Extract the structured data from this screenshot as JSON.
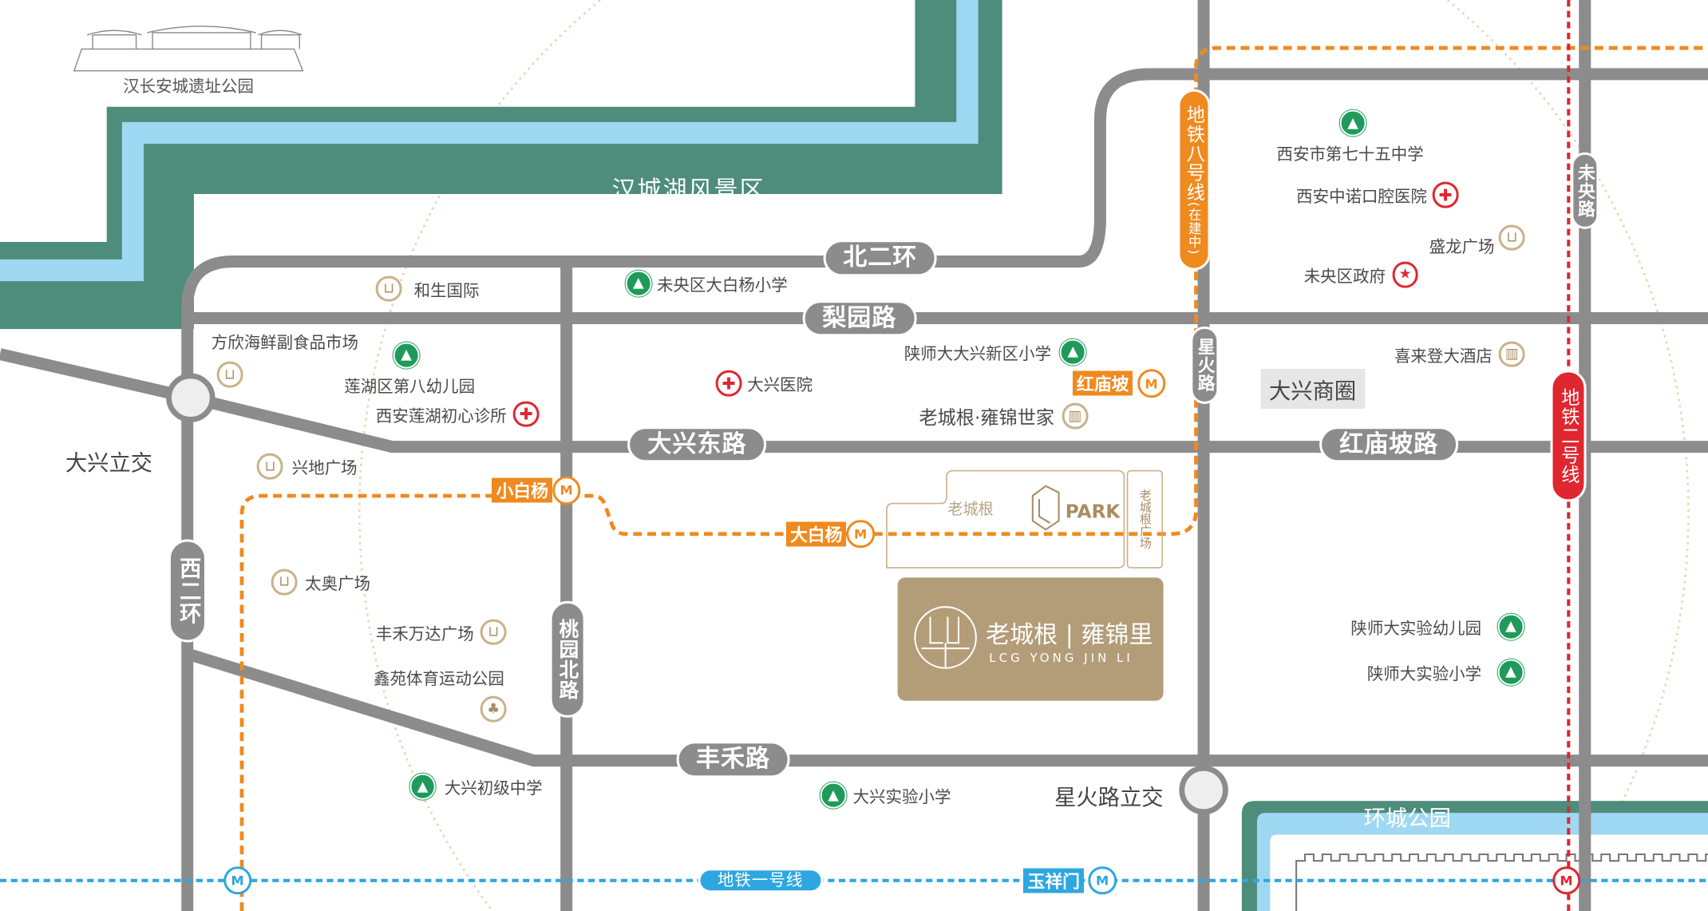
{
  "landmarks": {
    "han_changan": "汉长安城遗址公园",
    "hancheng_lake": "汉城湖风景区",
    "huancheng_park": "环城公园",
    "daxing_interchange": "大兴立交",
    "xinghuo_interchange": "星火路立交",
    "daxing_business": "大兴商圈"
  },
  "roads": {
    "bei_er_huan": "北二环",
    "liyuan": "梨园路",
    "daxing_east": "大兴东路",
    "hongmiaopo": "红庙坡路",
    "fenghe": "丰禾路",
    "xi_er_huan": "西二环",
    "taoyuan_north": "桃园北路",
    "xinghuo": "星火路",
    "weiyang": "未央路"
  },
  "metro": {
    "line1": {
      "label": "地铁一号线",
      "color": "#2ea7e0"
    },
    "line2": {
      "label": "地铁二号线",
      "color": "#e0262f"
    },
    "line8": {
      "label": "地铁八号线",
      "note": "(在建中)",
      "color": "#ef8a1f"
    },
    "stations": {
      "xiaobaiyang": "小白杨",
      "dabaiyang": "大白杨",
      "hongmiaopo": "红庙坡",
      "yuxiangmen": "玉祥门"
    }
  },
  "project": {
    "name_cn_brand": "老城根",
    "name_cn": "雍锦里",
    "name_en": "LCG YONG JIN LI",
    "park_brand": "老城根",
    "park": "PARK",
    "plaza": "老城根广场",
    "color": "#b39c78"
  },
  "pois": [
    {
      "label": "和生国际",
      "icon": "shop-icon"
    },
    {
      "label": "未央区大白杨小学",
      "icon": "school-icon"
    },
    {
      "label": "方欣海鲜副食品市场",
      "icon": "shop-icon"
    },
    {
      "label": "莲湖区第八幼儿园",
      "icon": "school-icon"
    },
    {
      "label": "西安莲湖初心诊所",
      "icon": "hospital-icon"
    },
    {
      "label": "兴地广场",
      "icon": "shop-icon"
    },
    {
      "label": "大兴医院",
      "icon": "hospital-icon"
    },
    {
      "label": "陕师大大兴新区小学",
      "icon": "school-icon"
    },
    {
      "label": "老城根·雍锦世家",
      "icon": "building-icon"
    },
    {
      "label": "太奥广场",
      "icon": "shop-icon"
    },
    {
      "label": "丰禾万达广场",
      "icon": "shop-icon"
    },
    {
      "label": "鑫苑体育运动公园",
      "icon": "tree-icon"
    },
    {
      "label": "大兴初级中学",
      "icon": "school-icon"
    },
    {
      "label": "大兴实验小学",
      "icon": "school-icon"
    },
    {
      "label": "西安市第七十五中学",
      "icon": "school-icon"
    },
    {
      "label": "西安中诺口腔医院",
      "icon": "hospital-icon"
    },
    {
      "label": "盛龙广场",
      "icon": "shop-icon"
    },
    {
      "label": "未央区政府",
      "icon": "star-icon"
    },
    {
      "label": "喜来登大酒店",
      "icon": "building-icon"
    },
    {
      "label": "陕师大实验幼儿园",
      "icon": "school-icon"
    },
    {
      "label": "陕师大实验小学",
      "icon": "school-icon"
    }
  ],
  "icons": {
    "school": "▲",
    "hospital": "✚",
    "shop": "⊔",
    "star": "★",
    "building": "▥",
    "tree": "♣",
    "metro": "M"
  }
}
